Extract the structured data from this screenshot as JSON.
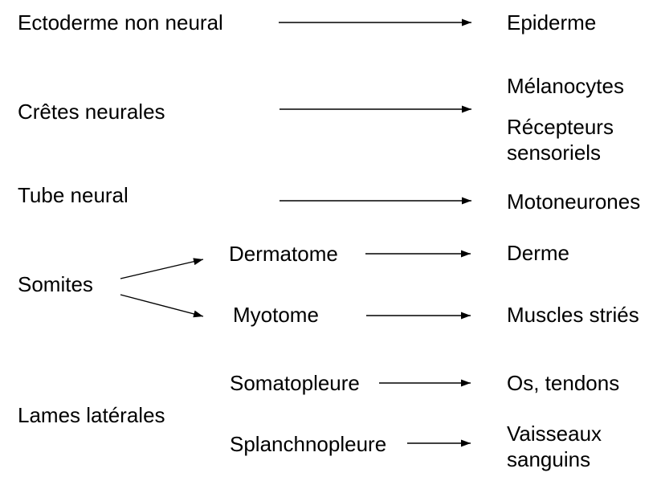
{
  "background": "#ffffff",
  "text_color": "#000000",
  "arrow_color": "#000000",
  "nodes": {
    "ectoderme": {
      "label": "Ectoderme non neural"
    },
    "epiderme": {
      "label": "Epiderme"
    },
    "cretes": {
      "label": "Crêtes neurales"
    },
    "melanocytes": {
      "label": "Mélanocytes"
    },
    "recepteurs": {
      "label": "Récepteurs sensoriels"
    },
    "tube": {
      "label": "Tube neural"
    },
    "motoneurones": {
      "label": "Motoneurones"
    },
    "somites": {
      "label": "Somites"
    },
    "dermatome": {
      "label": "Dermatome"
    },
    "derme": {
      "label": "Derme"
    },
    "myotome": {
      "label": "Myotome"
    },
    "muscles": {
      "label": "Muscles striés"
    },
    "lames": {
      "label": "Lames latérales"
    },
    "somatopleure": {
      "label": "Somatopleure"
    },
    "os_tendons": {
      "label": "Os, tendons"
    },
    "splanchnopleure": {
      "label": "Splanchnopleure"
    },
    "vaisseaux": {
      "label": "Vaisseaux sanguins"
    }
  },
  "edges": [
    {
      "from": "ectoderme",
      "to": "epiderme"
    },
    {
      "from": "cretes",
      "to": "melanocytes, recepteurs"
    },
    {
      "from": "tube",
      "to": "motoneurones"
    },
    {
      "from": "somites",
      "to": "dermatome"
    },
    {
      "from": "somites",
      "to": "myotome"
    },
    {
      "from": "dermatome",
      "to": "derme"
    },
    {
      "from": "myotome",
      "to": "muscles"
    },
    {
      "from": "somatopleure",
      "to": "os_tendons"
    },
    {
      "from": "splanchnopleure",
      "to": "vaisseaux"
    }
  ]
}
